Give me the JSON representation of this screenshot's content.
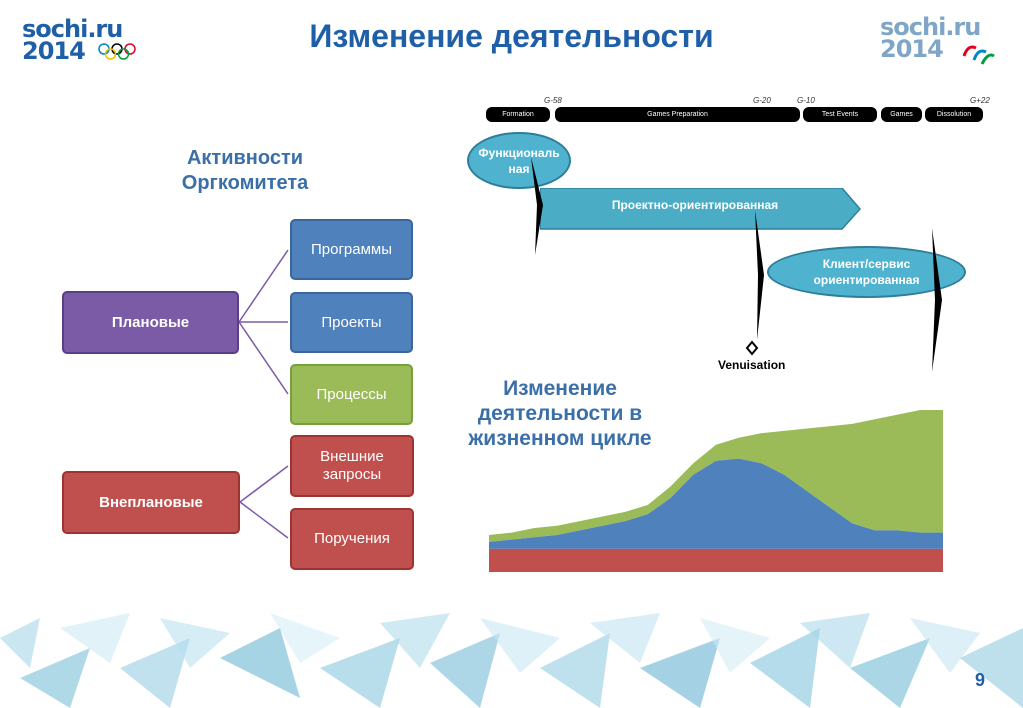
{
  "header": {
    "title": "Изменение деятельности",
    "logo_left": {
      "line1": "sochi.ru",
      "line2": "2014"
    },
    "logo_right": {
      "line1": "sochi.ru",
      "line2": "2014"
    }
  },
  "left": {
    "section_title": "Активности Оргкомитета",
    "planned": {
      "label": "Плановые",
      "items": [
        "Программы",
        "Проекты",
        "Процессы"
      ]
    },
    "unplanned": {
      "label": "Внеплановые",
      "items": [
        "Внешние запросы",
        "Поручения"
      ]
    }
  },
  "timeline": {
    "markers": [
      "G-58",
      "G-20",
      "G-10",
      "G+22"
    ],
    "phases": [
      "Formation",
      "Games Preparation",
      "Test Events",
      "Games",
      "Dissolution"
    ],
    "stages": [
      "Функциональ ная",
      "Проектно-ориентированная",
      "Клиент/сервис ориентированная"
    ],
    "venuisation": "Venuisation"
  },
  "chart_label": "Изменение деятельности в жизненном цикле",
  "page_number": "9",
  "colors": {
    "title": "#1f5fa8",
    "planned": "#7b5aa6",
    "programs": "#4f81bd",
    "processes": "#9bbb59",
    "unplanned": "#c0504d",
    "stage": "#4bacc6"
  },
  "chart_data": {
    "type": "area",
    "x": [
      0,
      1,
      2,
      3,
      4,
      5,
      6,
      7,
      8,
      9,
      10,
      11,
      12,
      13,
      14,
      15,
      16,
      17,
      18,
      19,
      20
    ],
    "series": [
      {
        "values": [
          10,
          10,
          10,
          10,
          10,
          10,
          10,
          10,
          10,
          10,
          10,
          10,
          10,
          10,
          10,
          10,
          10,
          10,
          10,
          10,
          10
        ]
      },
      {
        "values": [
          3,
          4,
          5,
          6,
          8,
          10,
          12,
          15,
          22,
          32,
          38,
          39,
          37,
          32,
          25,
          18,
          11,
          8,
          8,
          7,
          7
        ]
      },
      {
        "values": [
          3,
          3,
          4,
          4,
          4,
          4,
          4,
          4,
          5,
          5,
          7,
          9,
          13,
          19,
          27,
          35,
          43,
          48,
          50,
          53,
          56
        ]
      }
    ],
    "ylim": [
      0,
      70
    ]
  }
}
